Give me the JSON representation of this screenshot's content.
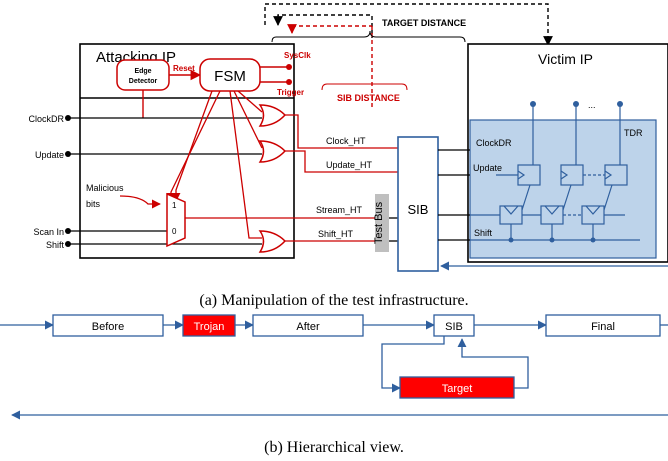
{
  "colors": {
    "red": "#cc0000",
    "blue": "#2f5f9e",
    "tdr_fill": "#bdd3ea",
    "target_fill": "#ff0000",
    "black": "#000000"
  },
  "top": {
    "attacking_ip": "Attacking IP",
    "edge_detector_line1": "Edge",
    "edge_detector_line2": "Detector",
    "reset": "Reset",
    "fsm": "FSM",
    "sysclk": "SysClk",
    "trigger": "Trigger",
    "target_distance": "TARGET DISTANCE",
    "sib_distance": "SIB DISTANCE",
    "victim_ip": "Victim IP",
    "tdr": "TDR",
    "dots": "...",
    "clockdr_in": "ClockDR",
    "update_in": "Update",
    "scan_in": "Scan In",
    "shift_in": "Shift",
    "malicious_line1": "Malicious",
    "malicious_line2": "bits",
    "mux_one": "1",
    "mux_zero": "0",
    "clock_ht": "Clock_HT",
    "update_ht": "Update_HT",
    "stream_ht": "Stream_HT",
    "shift_ht": "Shift_HT",
    "test_bus": "Test Bus",
    "sib": "SIB",
    "victim_clockdr": "ClockDR",
    "victim_update": "Update",
    "victim_shift": "Shift",
    "caption": "(a) Manipulation of the test infrastructure."
  },
  "bottom": {
    "before": "Before",
    "trojan": "Trojan",
    "after": "After",
    "sib": "SIB",
    "final": "Final",
    "target": "Target",
    "caption": "(b) Hierarchical view."
  }
}
